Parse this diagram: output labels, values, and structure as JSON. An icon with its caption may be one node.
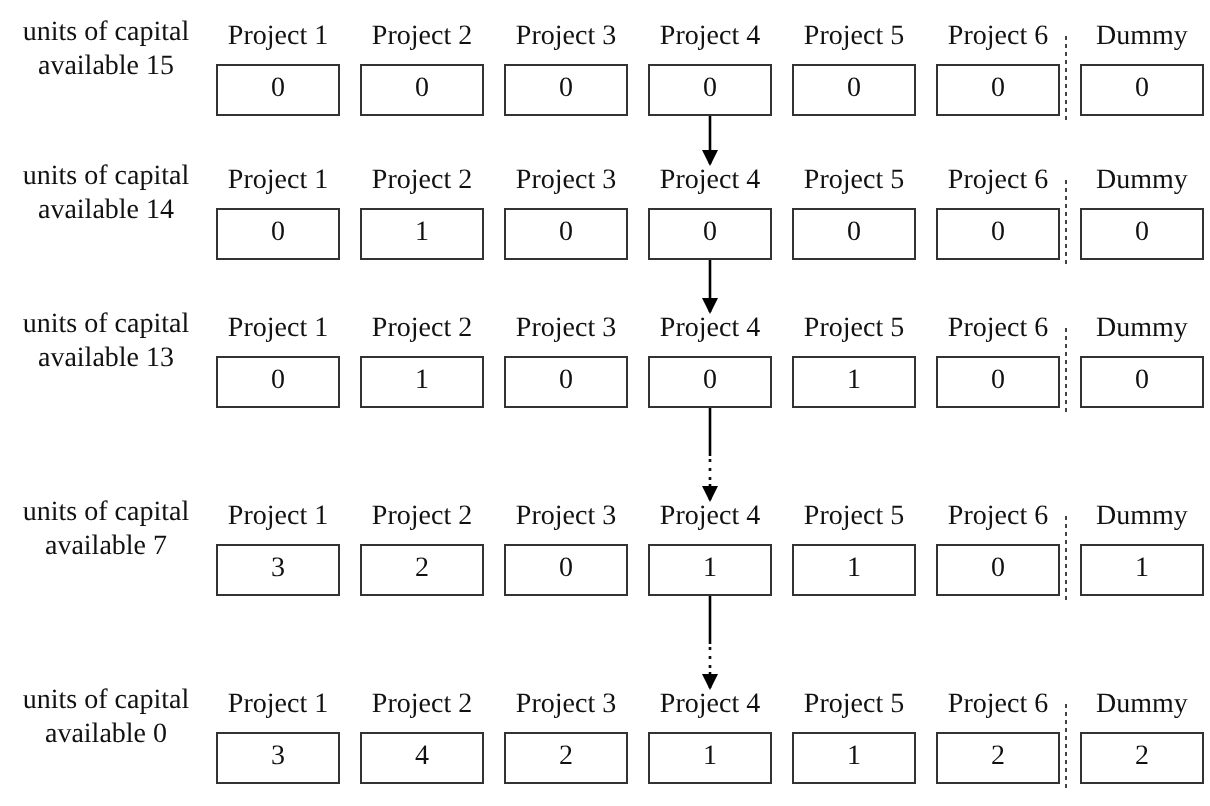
{
  "diagram": {
    "nodes": [
      {
        "text": [
          "Project 1",
          "0"
        ]
      },
      {
        "text": [
          "Project 2",
          "0"
        ]
      },
      {
        "text": [
          "Project 3",
          "0"
        ]
      },
      {
        "text": [
          "Project 4",
          "0"
        ]
      },
      {
        "text": [
          "Project 5",
          "0"
        ]
      },
      {
        "text": [
          "Project 6",
          "0"
        ]
      },
      {
        "text": [
          "Dummy",
          "0"
        ]
      },
      {
        "text": [
          "Project 1",
          "0"
        ]
      },
      {
        "text": [
          "Project 2",
          "1"
        ]
      },
      {
        "text": [
          "Project 3",
          "0"
        ]
      },
      {
        "text": [
          "Project 4",
          "0"
        ]
      },
      {
        "text": [
          "Project 5",
          "0"
        ]
      },
      {
        "text": [
          "Project 6",
          "0"
        ]
      },
      {
        "text": [
          "Dummy",
          "0"
        ]
      },
      {
        "text": [
          "Project 1",
          "0"
        ]
      },
      {
        "text": [
          "Project 2",
          "1"
        ]
      },
      {
        "text": [
          "Project 3",
          "0"
        ]
      },
      {
        "text": [
          "Project 4",
          "0"
        ]
      },
      {
        "text": [
          "Project 5",
          "1"
        ]
      },
      {
        "text": [
          "Project 6",
          "0"
        ]
      },
      {
        "text": [
          "Dummy",
          "0"
        ]
      },
      {
        "text": [
          "Project 1",
          "3"
        ]
      },
      {
        "text": [
          "Project 2",
          "2"
        ]
      },
      {
        "text": [
          "Project 3",
          "0"
        ]
      },
      {
        "text": [
          "Project 4",
          "1"
        ]
      },
      {
        "text": [
          "Project 5",
          "1"
        ]
      },
      {
        "text": [
          "Project 6",
          "0"
        ]
      },
      {
        "text": [
          "Dummy",
          "1"
        ]
      },
      {
        "text": [
          "Project 1",
          "3"
        ]
      },
      {
        "text": [
          "Project 2",
          "4"
        ]
      },
      {
        "text": [
          "Project 3",
          "2"
        ]
      },
      {
        "text": [
          "Project 4",
          "1"
        ]
      },
      {
        "text": [
          "Project 5",
          "1"
        ]
      },
      {
        "text": [
          "Project 6",
          "2"
        ]
      },
      {
        "text": [
          "Dummy",
          "2"
        ]
      }
    ],
    "edges": [
      {
        "from": 3,
        "to": 10,
        "arrow": "to"
      },
      {
        "from": 10,
        "to": 17,
        "arrow": "to"
      },
      {
        "from": 17,
        "to": 24,
        "label": "⋮",
        "arrow": "to"
      },
      {
        "from": 24,
        "to": 31,
        "label": "⋮",
        "arrow": "to"
      }
    ],
    "labels": [
      "units of capital available 15",
      "units of capital available 14",
      "units of capital available 13",
      "units of capital available 7",
      "units of capital available 0"
    ]
  }
}
